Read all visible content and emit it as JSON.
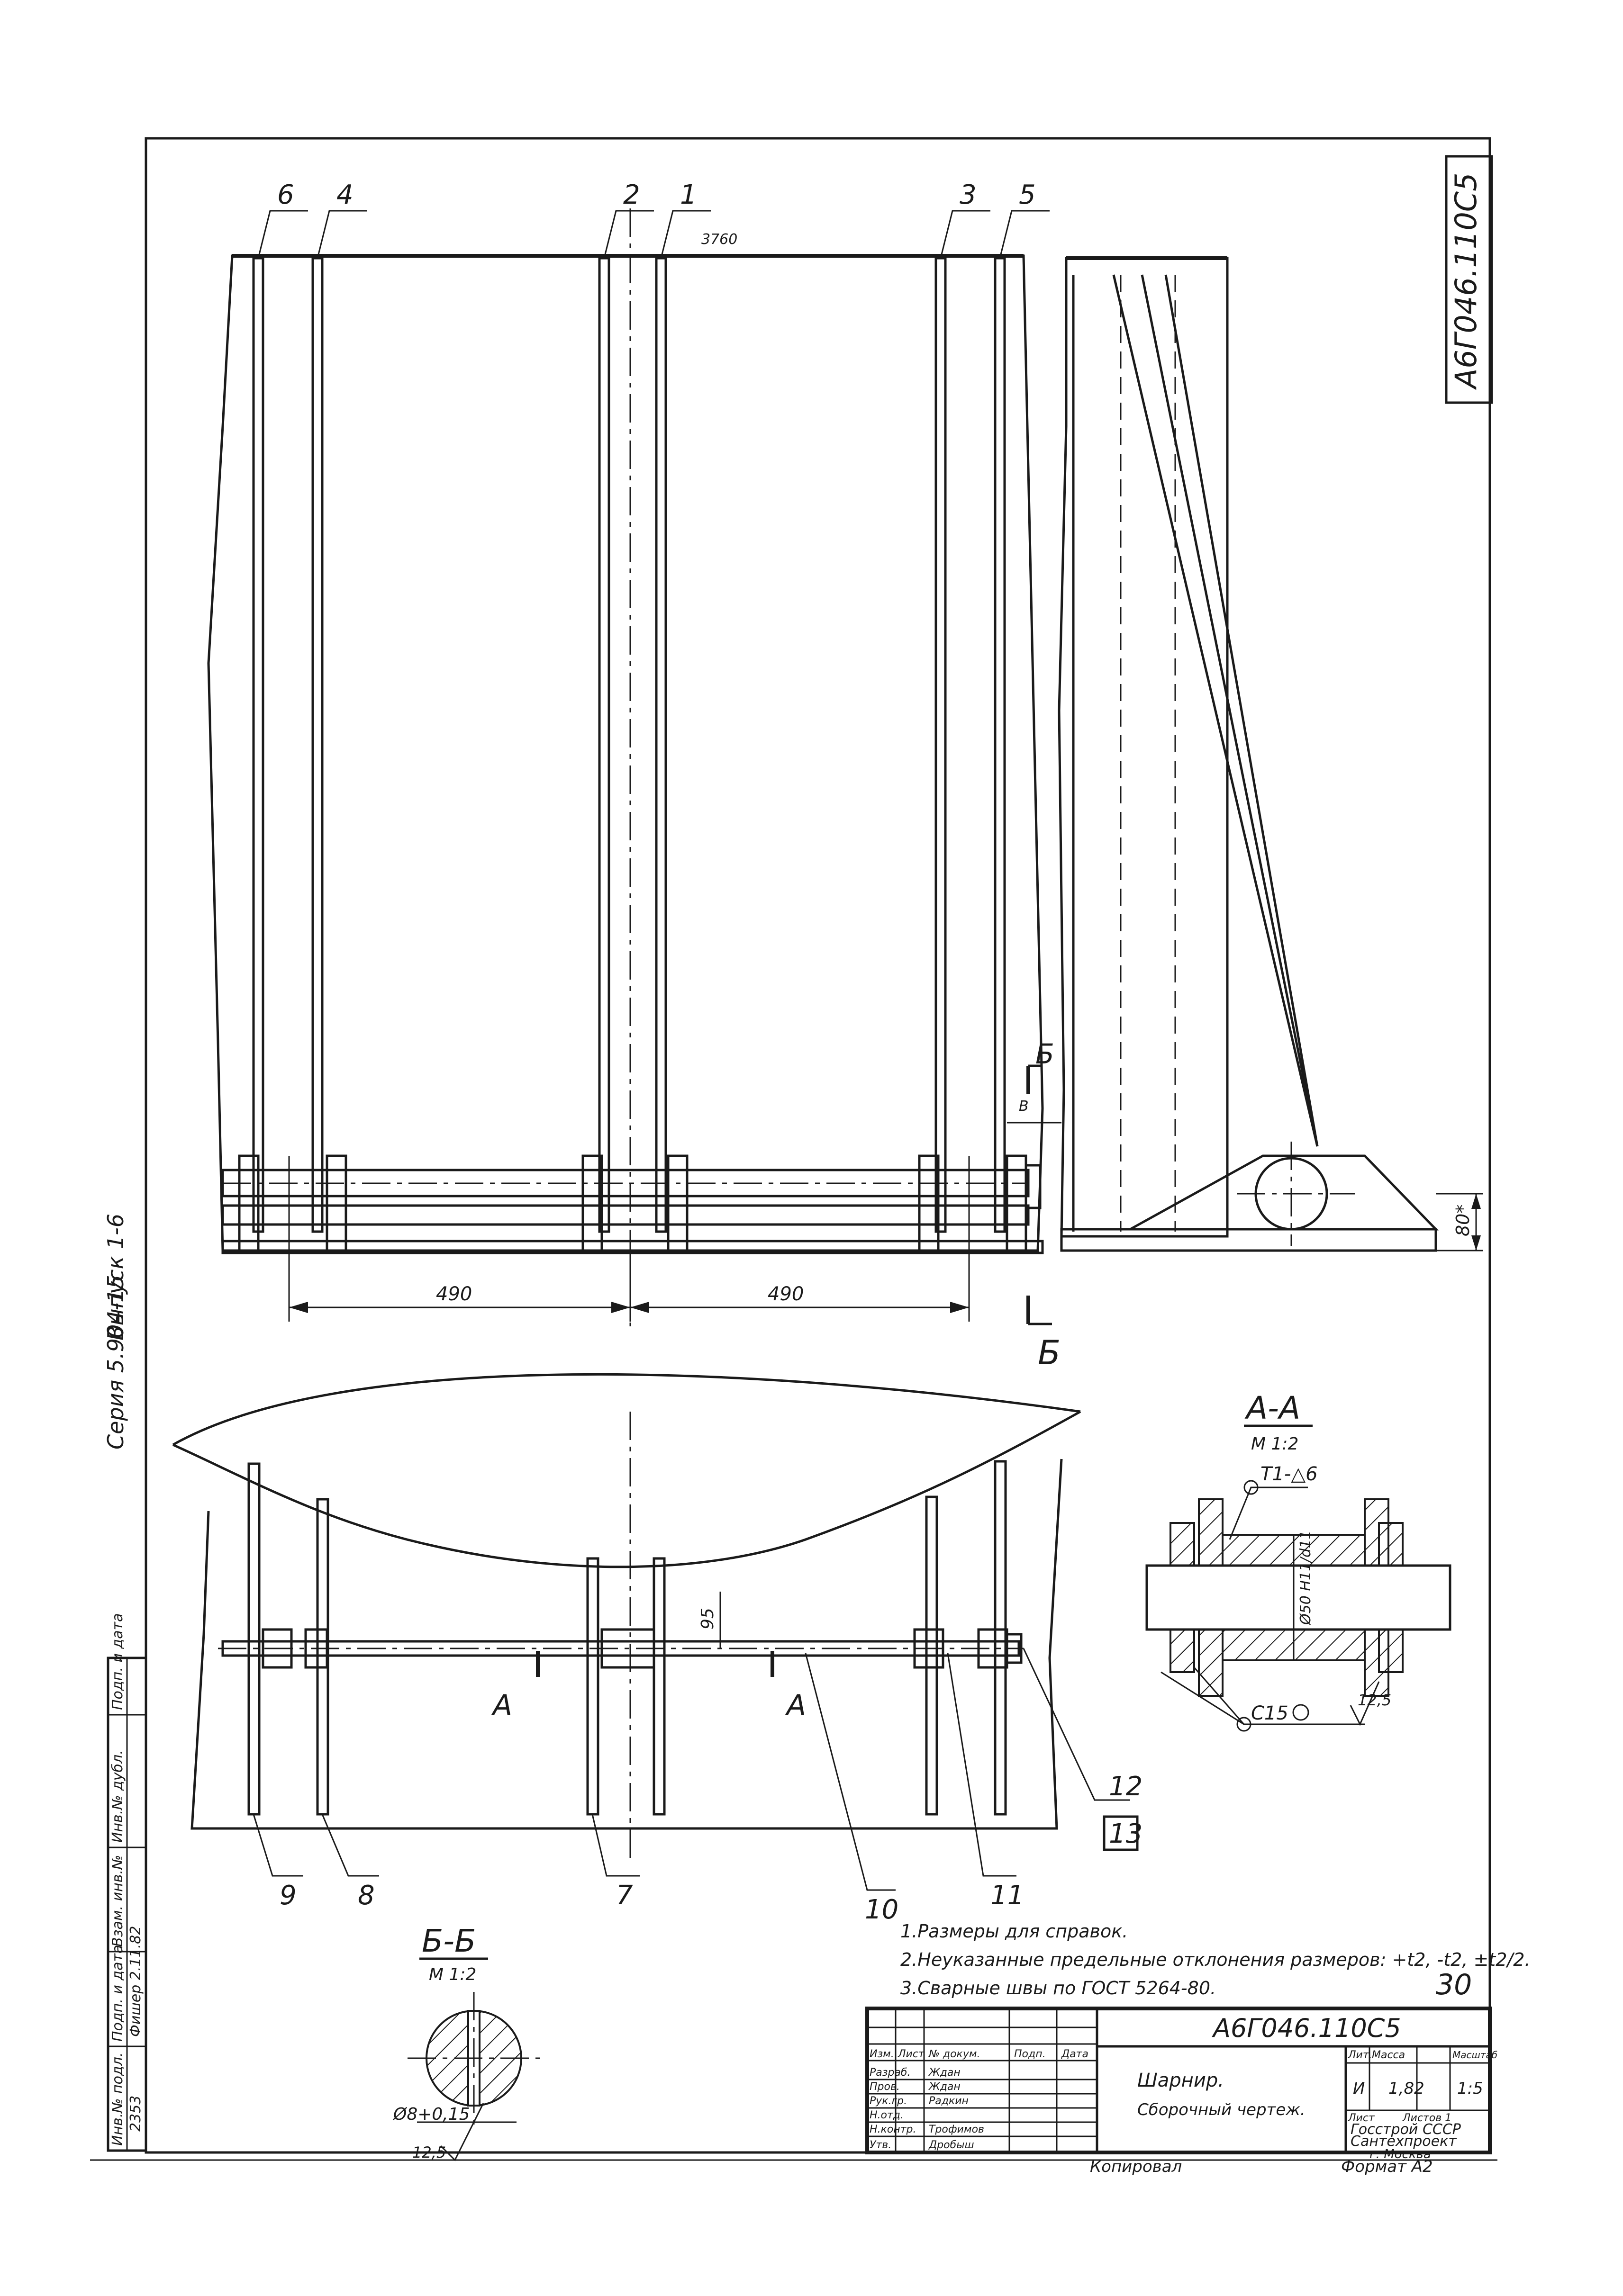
{
  "document": {
    "code_vertical": "A6Г046.110С5",
    "sheet_number": "30",
    "series_label": "Серия 5.904-15",
    "issue_label": "Выпуск 1-6"
  },
  "left_margin": {
    "labels": [
      "Инв.№ подл.",
      "Подп. и дата",
      "Взам. инв.№",
      "Инв.№ дубл.",
      "Подп. и дата"
    ],
    "values": [
      "2353",
      "Фишер 2.11.82"
    ]
  },
  "front_view": {
    "leader_labels": [
      "6",
      "4",
      "2",
      "1",
      "3",
      "5"
    ],
    "top_dim": "3760",
    "dims": [
      "490",
      "490"
    ],
    "section_mark": "Б",
    "small_dim": "В"
  },
  "side_view": {
    "dim": "80*"
  },
  "plan_view": {
    "dim": "95",
    "section_mark": "А",
    "leader_labels": [
      "9",
      "8",
      "7",
      "10",
      "11",
      "12",
      "13"
    ]
  },
  "section_aa": {
    "title": "А-А",
    "scale": "М 1:2",
    "weld_top": "Т1-△6",
    "dim_inner": "Ø50 Н11/d11",
    "weld_bottom": "С15",
    "roughness": "12,5"
  },
  "section_bb": {
    "title": "Б-Б",
    "scale": "М 1:2",
    "hole_dim": "Ø8+0,15",
    "roughness": "12,5"
  },
  "notes": [
    "1.Размеры для справок.",
    "2.Неуказанные предельные отклонения размеров: +t2, -t2, ±t2/2.",
    "3.Сварные швы по ГОСТ 5264-80."
  ],
  "title_block": {
    "code": "A6Г046.110С5",
    "name": "Шарнир.",
    "subtitle": "Сборочный чертеж.",
    "header": [
      "Изм.",
      "Лист",
      "№ докум.",
      "Подп.",
      "Дата"
    ],
    "roles": [
      "Разраб.",
      "Пров.",
      "Рук.гр.",
      "Н.отд.",
      "Н.контр.",
      "Утв."
    ],
    "persons": [
      "Ждан",
      "Ждан",
      "Радкин",
      "",
      "Трофимов",
      "Дробыш"
    ],
    "col_stage": "Лит.",
    "col_mass": "Масса",
    "col_scale": "Масштаб",
    "stage": "И",
    "mass": "1,82",
    "scale": "1:5",
    "sheet": "Лист",
    "sheets": "Листов 1",
    "org1": "Госстрой СССР",
    "org2": "Сантехпроект",
    "org3": "г. Москва",
    "copied": "Копировал",
    "format": "Формат А2"
  }
}
